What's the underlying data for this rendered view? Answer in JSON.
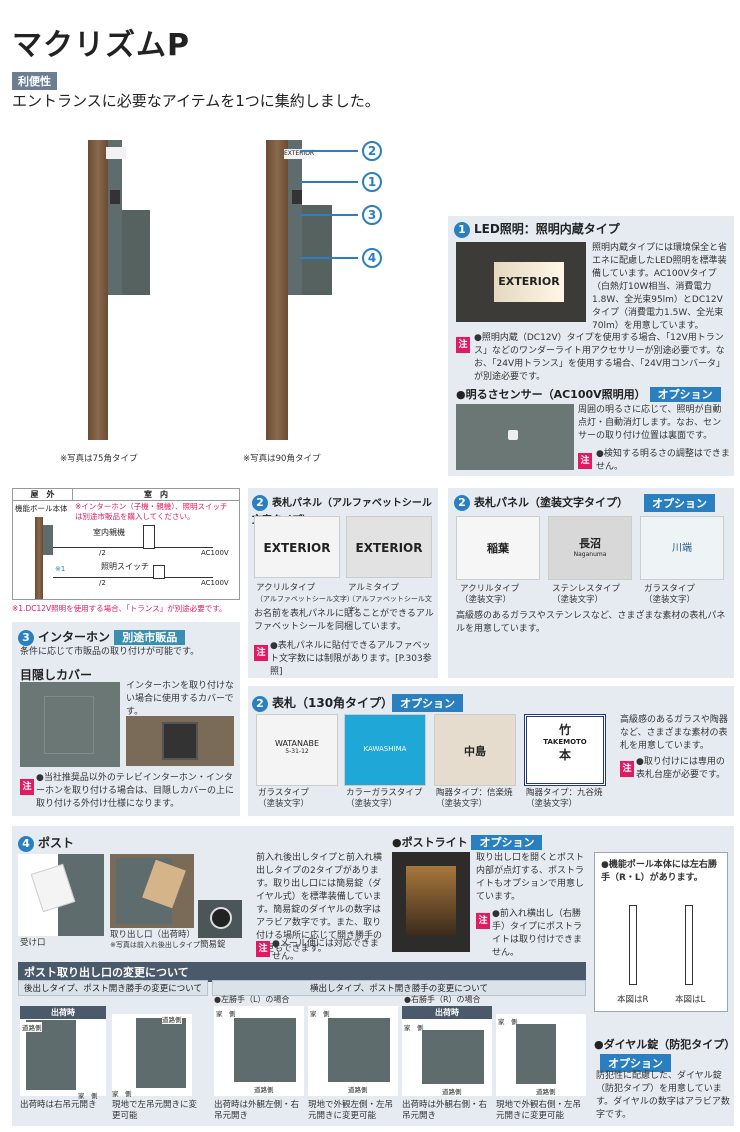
{
  "title": "マクリズムP",
  "badge": "利便性",
  "lead": "エントランスに必要なアイテムを1つに集約しました。",
  "photo1_caption": "※写真は75角タイプ",
  "photo2_caption": "※写真は90角タイプ",
  "photo2_sign": "EXTERIOR",
  "callouts": [
    "2",
    "1",
    "3",
    "4"
  ],
  "led": {
    "num": "1",
    "title": "LED照明：照明内蔵タイプ",
    "sign": "EXTERIOR",
    "body": "照明内蔵タイプには環境保全と省エネに配慮したLED照明を標準装備しています。AC100Vタイプ（白熱灯10W相当、消費電力1.8W、全光束95lm）とDC12Vタイプ（消費電力1.5W、全光束70lm）を用意しています。",
    "note_mark": "注",
    "note": "●照明内蔵（DC12V）タイプを使用する場合、「12V用トランス」などのワンダーライト用アクセサリーが別途必要です。なお、「24V用トランス」を使用する場合、「24V用コンバータ」が別途必要です。"
  },
  "sensor": {
    "title": "●明るさセンサー（AC100V照明用）",
    "option": "オプション",
    "body": "周囲の明るさに応じて、照明が自動点灯・自動消灯します。なお、センサーの取り付け位置は裏面です。",
    "note_mark": "注",
    "note": "●検知する明るさの調整はできません。"
  },
  "wiring": {
    "outside": "屋　外",
    "inside": "室　内",
    "pole": "機能ボール本体",
    "warn": "※インターホン（子機・親機）、照明スイッチは別途市販品を購入してください。",
    "unit": "室内親機",
    "switch": "照明スイッチ",
    "ac1": "AC100V",
    "ac2": "AC100V",
    "w1": "/2",
    "w2": "/2",
    "star": "※1",
    "foot": "※1.DC12V照明を使用する場合、「トランス」が別途必要です。"
  },
  "plate1": {
    "num": "2",
    "title": "表札パネル（アルファベットシール文字タイプ）",
    "items": [
      {
        "sign": "EXTERIOR",
        "cap1": "アクリルタイプ",
        "cap2": "（アルファベットシール文字）"
      },
      {
        "sign": "EXTERIOR",
        "cap1": "アルミタイプ",
        "cap2": "（アルファベットシール文字）"
      }
    ],
    "body": "お名前を表札パネルに貼ることができるアルファベットシールを同梱しています。",
    "note_mark": "注",
    "note": "●表札パネルに貼付できるアルファベット文字数には制限があります。[P.303参照]"
  },
  "plate2": {
    "num": "2",
    "title": "表札パネル（塗装文字タイプ）",
    "option": "オプション",
    "items": [
      {
        "sign": "稲葉",
        "cap1": "アクリルタイプ",
        "cap2": "（塗装文字）"
      },
      {
        "sign": "長沼",
        "sub": "Naganuma",
        "cap1": "ステンレスタイプ",
        "cap2": "（塗装文字）"
      },
      {
        "sign": "川端",
        "cap1": "ガラスタイプ",
        "cap2": "（塗装文字）"
      }
    ],
    "body": "高級感のあるガラスやステンレスなど、さまざまな素材の表札パネルを用意しています。"
  },
  "intercom": {
    "num": "3",
    "title": "インターホン",
    "badge": "別途市販品",
    "body": "条件に応じて市販品の取り付けが可能です。",
    "cover": "目隠しカバー",
    "cover_body": "インターホンを取り付けない場合に使用するカバーです。",
    "note_mark": "注",
    "note": "●当社推奨品以外のテレビインターホン・インターホンを取り付ける場合は、目隠しカバーの上に取り付ける外付け仕様になります。"
  },
  "nameplate": {
    "num": "2",
    "title": "表札（130角タイプ）",
    "option": "オプション",
    "items": [
      {
        "n1": "WATANABE",
        "n2": "5-31-12",
        "cap1": "ガラスタイプ",
        "cap2": "（塗装文字）"
      },
      {
        "n1": "KAWASHIMA",
        "cap1": "カラーガラスタイプ",
        "cap2": "（塗装文字）"
      },
      {
        "n1": "中島",
        "cap1": "陶器タイプ：信楽焼",
        "cap2": "（塗装文字）"
      },
      {
        "n1": "竹",
        "n2": "TAKEMOTO",
        "n3": "本",
        "cap1": "陶器タイプ：九谷焼",
        "cap2": "（塗装文字）"
      }
    ],
    "body": "高級感のあるガラスや陶器など、さまざまな素材の表札を用意しています。",
    "note_mark": "注",
    "note": "●取り付けには専用の表札台座が必要です。"
  },
  "post": {
    "num": "4",
    "title": "ポスト",
    "caps": [
      "受け口",
      "取り出し口（出荷時）",
      "※写真は前入れ後出しタイプ",
      "簡易錠"
    ],
    "body": "前入れ後出しタイプと前入れ横出しタイプの2タイプがあります。取り出し口には簡易錠（ダイヤル式）を標準装備しています。簡易錠のダイヤルの数字はアラビア数字です。また、取り付ける場所に応じて開き勝手の変更もできます。",
    "note_mark": "注",
    "note": "●メール便には対応できません。"
  },
  "postlight": {
    "title": "●ポストライト",
    "option": "オプション",
    "body": "取り出し口を開くとポスト内部が点灯する、ポストライトもオプションで用意しています。",
    "note_mark": "注",
    "note": "●前入れ横出し（右勝手）タイプにポストライトは取り付けできません。"
  },
  "hand": {
    "title": "●機能ポール本体には左右勝手（R・L）があります。",
    "r": "本図はR",
    "l": "本図はL"
  },
  "change": {
    "bar": "ポスト取り出し口の変更について",
    "sub1": "後出しタイプ、ポスト開き勝手の変更について",
    "sub2": "横出しタイプ、ポスト開き勝手の変更について",
    "left": "●左勝手（L）の場合",
    "right": "●右勝手（R）の場合",
    "ship": "出荷時",
    "road": "道路側",
    "house": "家　側",
    "caps": [
      "出荷時は右吊元開き",
      "現地で左吊元開きに変更可能",
      "出荷時は外観左側・右吊元開き",
      "現地で外観左側・左吊元開きに変更可能",
      "出荷時は外観右側・右吊元開き",
      "現地で外観右側・左吊元開きに変更可能"
    ]
  },
  "dial": {
    "title": "●ダイヤル錠（防犯タイプ）",
    "option": "オプション",
    "body": "防犯性に配慮した、ダイヤル錠（防犯タイプ）を用意しています。ダイヤルの数字はアラビア数字です。"
  }
}
